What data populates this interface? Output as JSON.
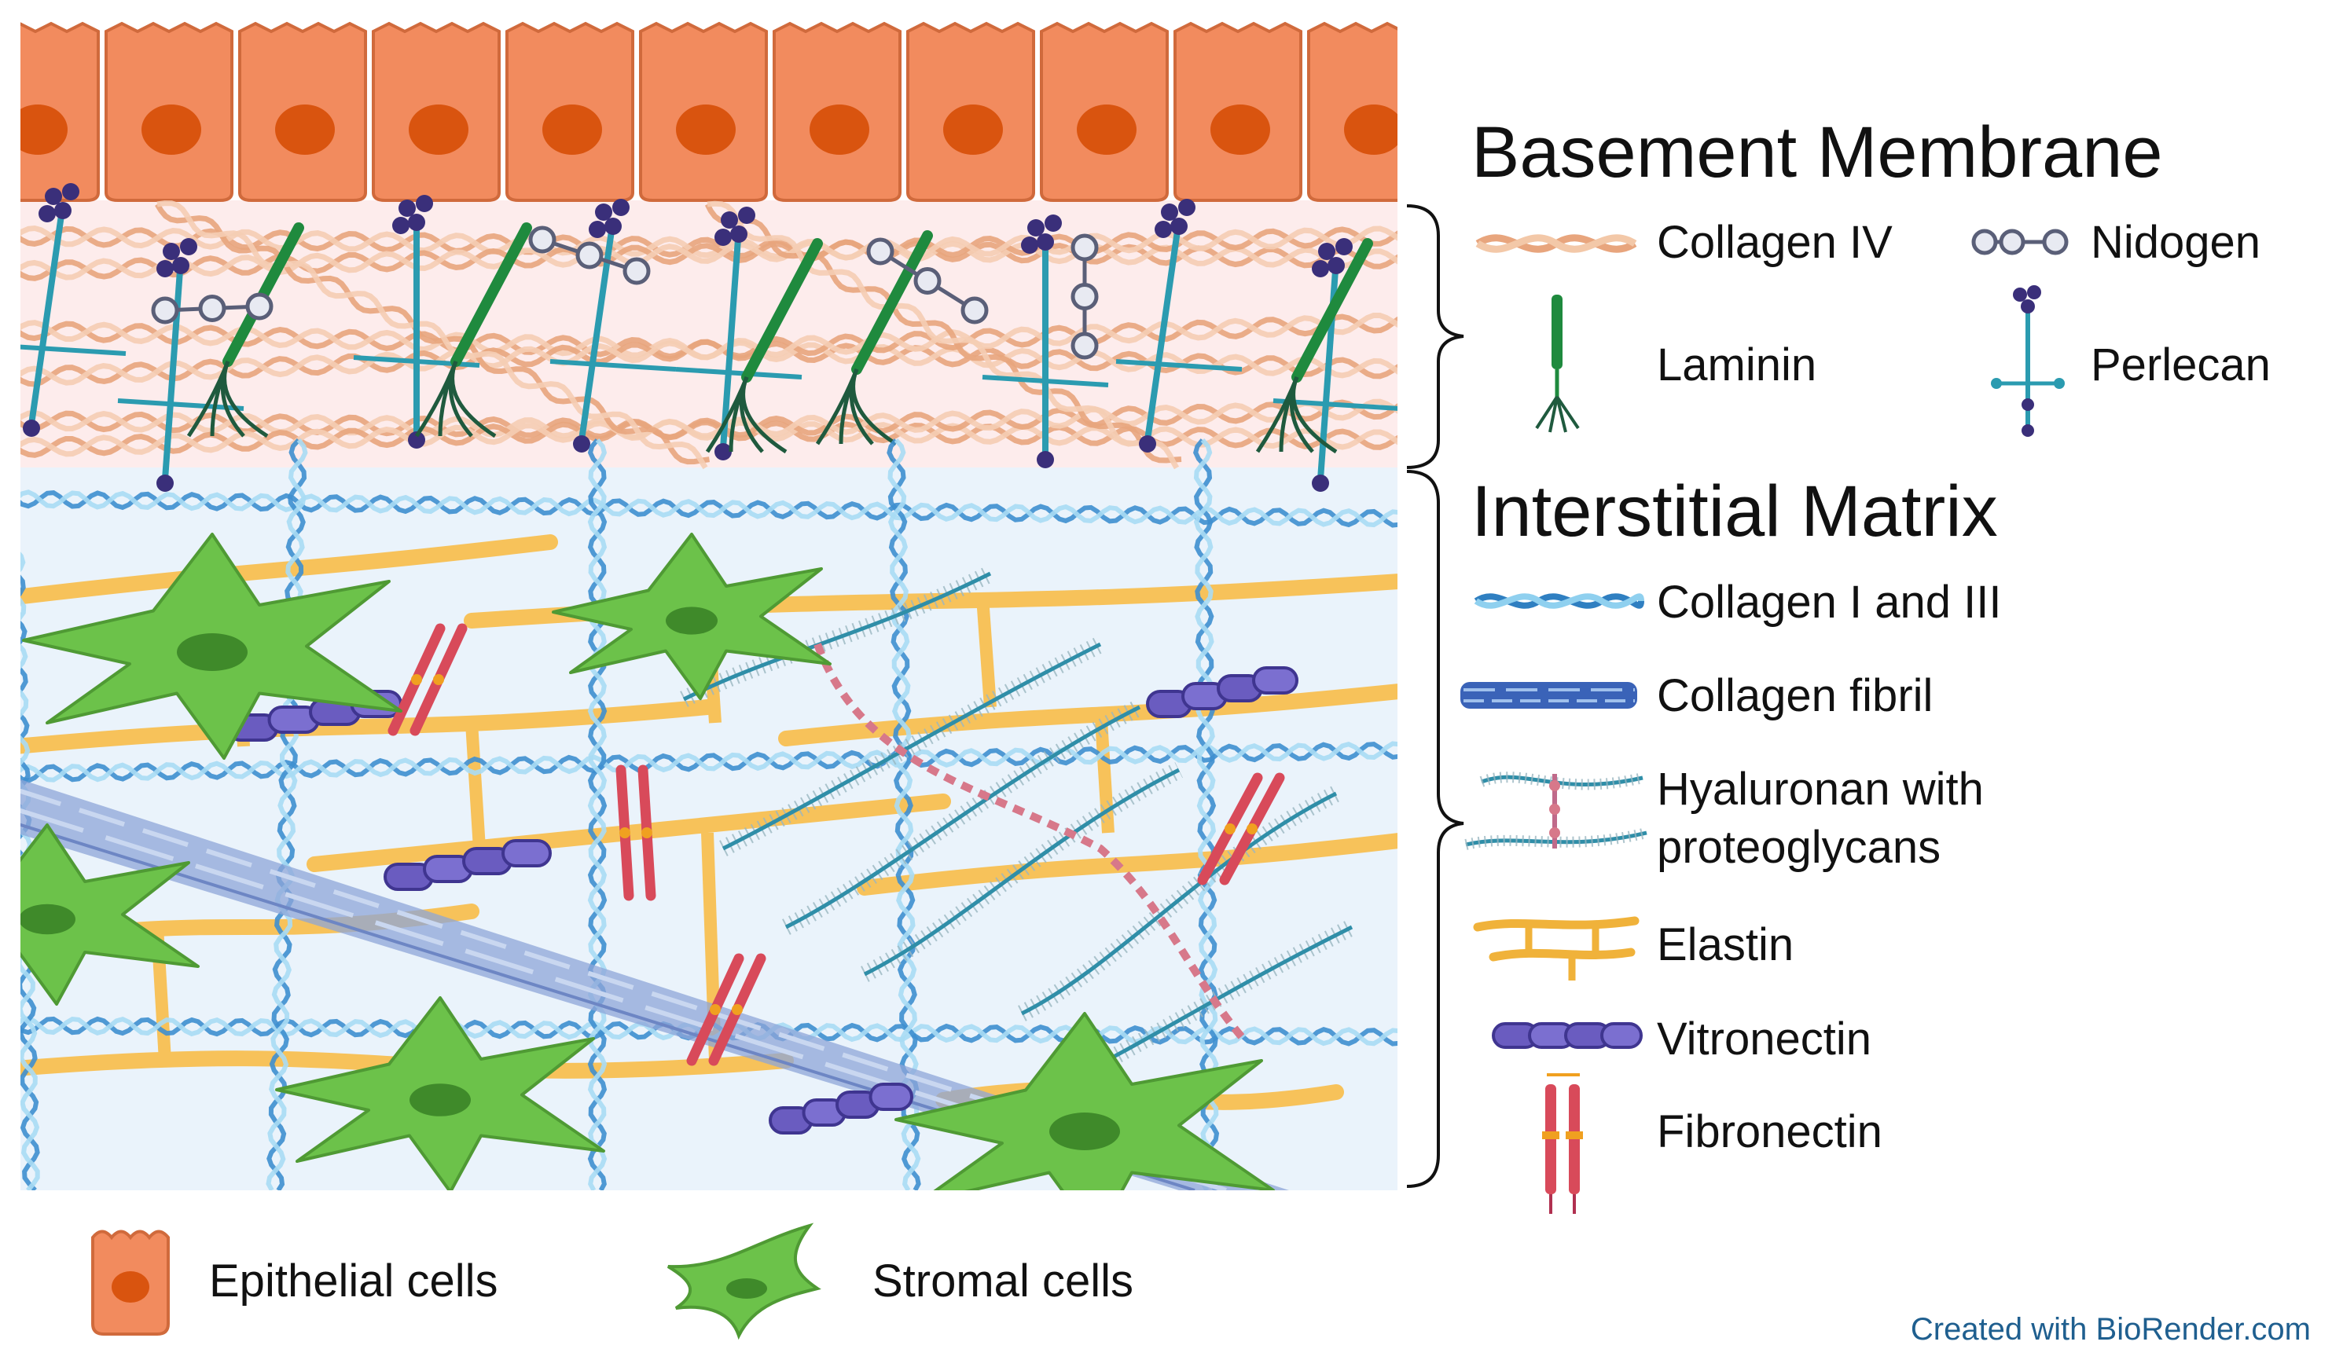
{
  "diagram": {
    "basement_membrane": {
      "title": "Basement Membrane",
      "items": [
        "Collagen IV",
        "Nidogen",
        "Laminin",
        "Perlecan"
      ]
    },
    "interstitial_matrix": {
      "title": "Interstitial Matrix",
      "items": [
        "Collagen I and III",
        "Collagen fibril",
        "Hyaluronan with",
        "proteoglycans",
        "Elastin",
        "Vitronectin",
        "Fibronectin"
      ]
    },
    "cell_legend": [
      "Epithelial cells",
      "Stromal cells"
    ],
    "credit": "Created with BioRender.com"
  },
  "colors": {
    "epithelial_fill": "#f28b5e",
    "epithelial_nucleus": "#d9540f",
    "bm_background": "#fdecec",
    "im_background": "#eaf3fb",
    "collagen_iv": "#e8a57d",
    "collagen_i_iii": "#6fb3dc",
    "collagen_fibril": "#5b7fc7",
    "elastin": "#f7c25a",
    "stromal_fill": "#6cc24a",
    "stromal_nucleus": "#3f8a2a",
    "laminin": "#1f8a3e",
    "perlecan": "#2b9bb0",
    "perlecan_head": "#3a2f7a",
    "nidogen": "#9aa0b8",
    "vitronectin": "#6a5cc0",
    "fibronectin": "#d84a5a",
    "hyaluronan": "#2f8ea8"
  }
}
